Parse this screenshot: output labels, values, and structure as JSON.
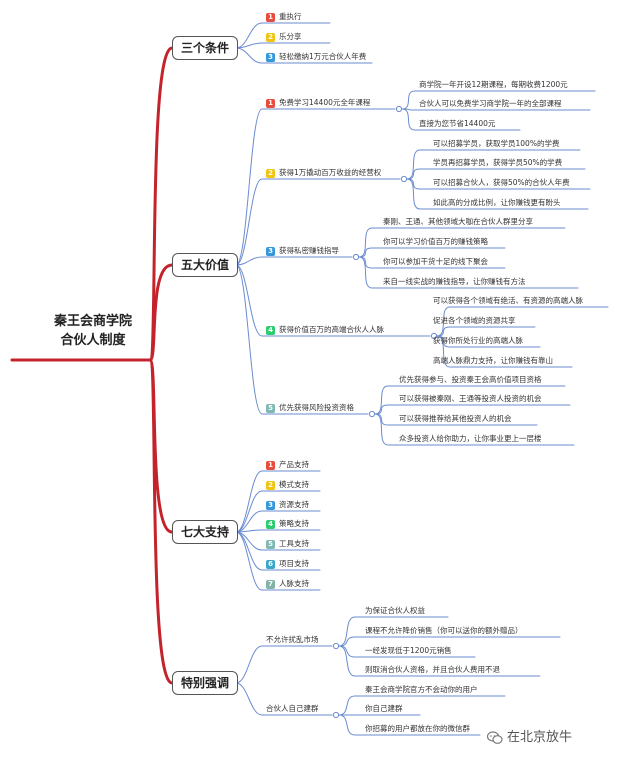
{
  "colors": {
    "branch": "#c4232b",
    "line": "#6b8bd1",
    "badges": [
      "#e74c3c",
      "#f1c40f",
      "#3498db",
      "#2ecc71",
      "#7fb8b2",
      "#3aa6c9",
      "#82b3a8"
    ]
  },
  "root": {
    "line1": "秦王会商学院",
    "line2": "合伙人制度"
  },
  "branches": {
    "conditions": {
      "title": "三个条件",
      "items": [
        "重执行",
        "乐分享",
        "轻松缴纳1万元合伙人年费"
      ]
    },
    "values": {
      "title": "五大价值",
      "items": [
        {
          "label": "免费学习14400元全年课程",
          "children": [
            "商学院一年开设12期课程，每期收费1200元",
            "合伙人可以免费学习商学院一年的全部课程",
            "直接为您节省14400元"
          ]
        },
        {
          "label": "获得1万撬动百万收益的经营权",
          "children": [
            "可以招募学员，获取学员100%的学费",
            "学员再招募学员，获得学员50%的学费",
            "可以招募合伙人，获得50%的合伙人年费",
            "如此高的分成比例，让你赚钱更有盼头"
          ]
        },
        {
          "label": "获得私密赚钱指导",
          "children": [
            "秦刚、王通、其他领域大咖在合伙人群里分享",
            "你可以学习价值百万的赚钱策略",
            "你可以参加干货十足的线下聚会",
            "来自一线实战的赚钱指导，让你赚钱有方法"
          ]
        },
        {
          "label": "获得价值百万的高端合伙人人脉",
          "children": [
            "可以获得各个领域有绝活、有资源的高端人脉",
            "促进各个领域的资源共享",
            "获得你所处行业的高端人脉",
            "高端人脉鼎力支持，让你赚钱有靠山"
          ]
        },
        {
          "label": "优先获得风险投资资格",
          "children": [
            "优先获得参与、投资秦王会高价值项目资格",
            "可以获得被秦刚、王通等投资人投资的机会",
            "可以获得推荐给其他投资人的机会",
            "众多投资人给你助力，让你事业更上一层楼"
          ]
        }
      ]
    },
    "support": {
      "title": "七大支持",
      "items": [
        "产品支持",
        "模式支持",
        "资源支持",
        "策略支持",
        "工具支持",
        "项目支持",
        "人脉支持"
      ]
    },
    "emphasis": {
      "title": "特别强调",
      "items": [
        {
          "label": "不允许扰乱市场",
          "children": [
            "为保证合伙人权益",
            "课程不允许降价销售（你可以送你的额外赠品）",
            "一经发现低于1200元销售",
            "则取消合伙人资格，并且合伙人费用不退"
          ]
        },
        {
          "label": "合伙人自己建群",
          "children": [
            "秦王会商学院官方不会动你的用户",
            "你自己建群",
            "你招募的用户都放在你的微信群"
          ]
        }
      ]
    }
  },
  "watermark": {
    "text": "在北京放牛",
    "icon": "wechat-icon"
  }
}
